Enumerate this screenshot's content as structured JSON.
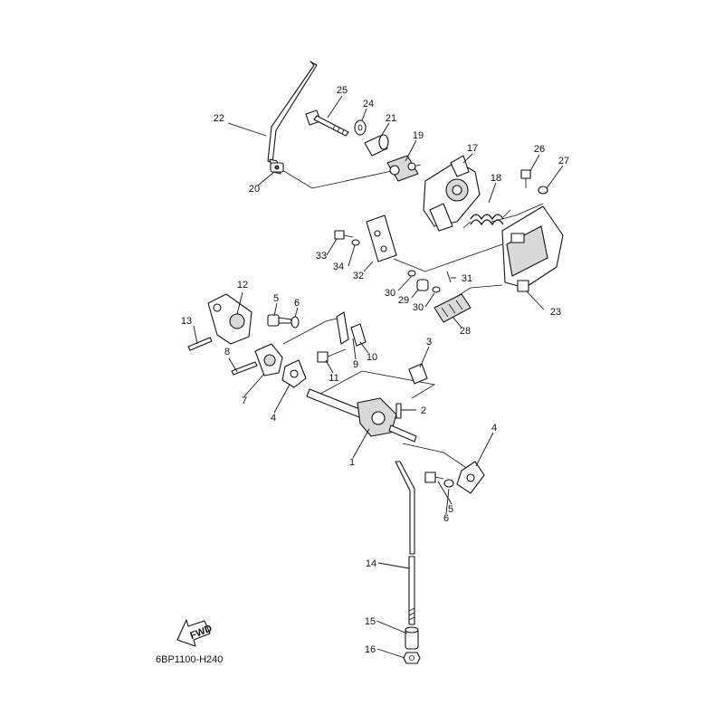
{
  "diagram": {
    "drawing_code": "6BP1100-H240",
    "fwd_label": "FWD",
    "callouts": {
      "c1": "1",
      "c2": "2",
      "c3": "3",
      "c4a": "4",
      "c4b": "4",
      "c5a": "5",
      "c5b": "5",
      "c6a": "6",
      "c6b": "6",
      "c7": "7",
      "c8": "8",
      "c9": "9",
      "c10": "10",
      "c11": "11",
      "c12": "12",
      "c13": "13",
      "c14": "14",
      "c15": "15",
      "c16": "16",
      "c17": "17",
      "c18": "18",
      "c19": "19",
      "c20": "20",
      "c21": "21",
      "c22": "22",
      "c23": "23",
      "c24": "24",
      "c25": "25",
      "c26": "26",
      "c27": "27",
      "c28": "28",
      "c29": "29",
      "c30a": "30",
      "c30b": "30",
      "c31": "31",
      "c32": "32",
      "c33": "33",
      "c34": "34"
    }
  }
}
